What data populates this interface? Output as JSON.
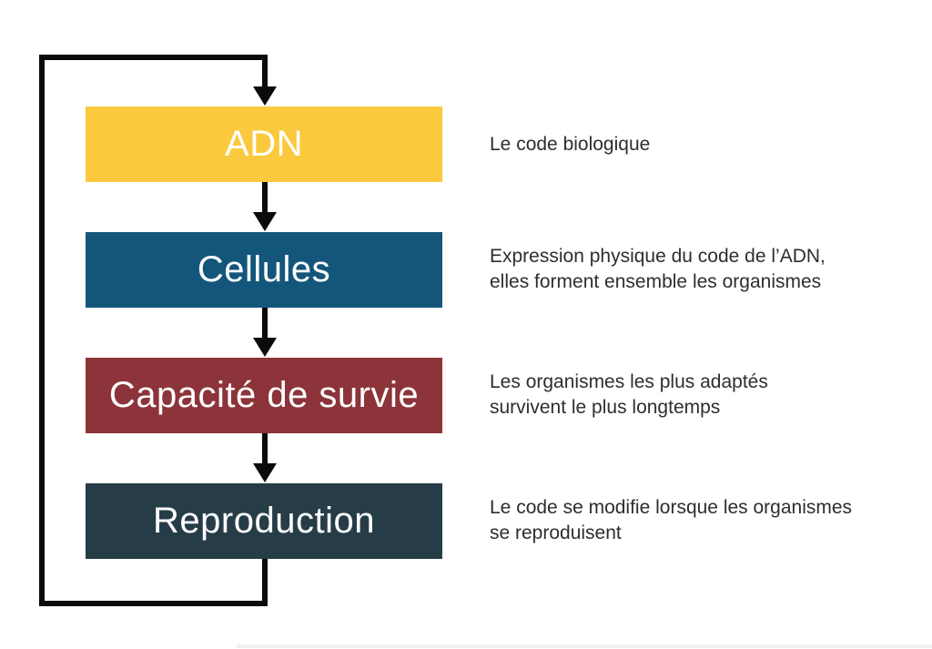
{
  "flowchart": {
    "nodes": [
      {
        "id": "adn",
        "label": "ADN",
        "color": "#fbc93d",
        "description": "Le code biologique"
      },
      {
        "id": "cellules",
        "label": "Cellules",
        "color": "#14567a",
        "description": "Expression physique du code de l’ADN,\nelles forment ensemble les organismes"
      },
      {
        "id": "capacite-de-survie",
        "label": "Capacité de survie",
        "color": "#8c343a",
        "description": "Les organismes les plus adaptés\nsurvivent le plus longtemps"
      },
      {
        "id": "reproduction",
        "label": "Reproduction",
        "color": "#263d47",
        "description": "Le code se modifie lorsque les organismes\nse reproduisent"
      }
    ],
    "connector_color": "#0b0b0b",
    "label_text_color": "#ffffff",
    "description_text_color": "#2e2e2e",
    "background_color": "#ffffff",
    "flow": "ADN → Cellules → Capacité de survie → Reproduction → (boucle vers) ADN"
  }
}
